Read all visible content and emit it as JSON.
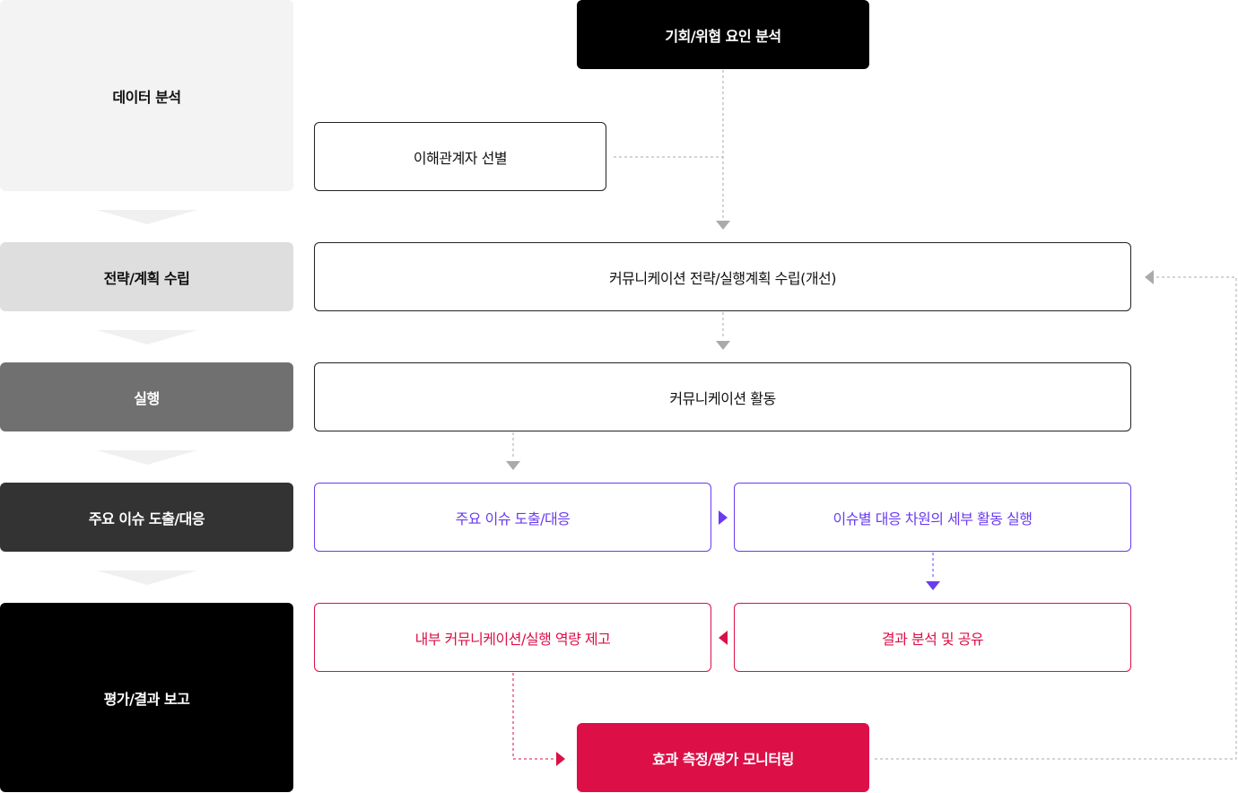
{
  "stages": [
    "데이터 분석",
    "전략/계획 수립",
    "실행",
    "주요 이슈 도출/대응",
    "평가/결과 보고"
  ],
  "flow": {
    "opportunity": "기회/위협 요인 분석",
    "stakeholder": "이해관계자 선별",
    "strategy": "커뮤니케이션 전략/실행계획 수립(개선)",
    "activity": "커뮤니케이션 활동",
    "issue": "주요 이슈 도출/대응",
    "detail": "이슈별 대응 차원의 세부 활동 실행",
    "internal": "내부 커뮤니케이션/실행 역량 제고",
    "result": "결과 분석 및 공유",
    "monitor": "효과 측정/평가 모니터링"
  },
  "colors": {
    "purple": "#6a3cf0",
    "red": "#dc0f47",
    "gray": "#aaaaaa"
  }
}
